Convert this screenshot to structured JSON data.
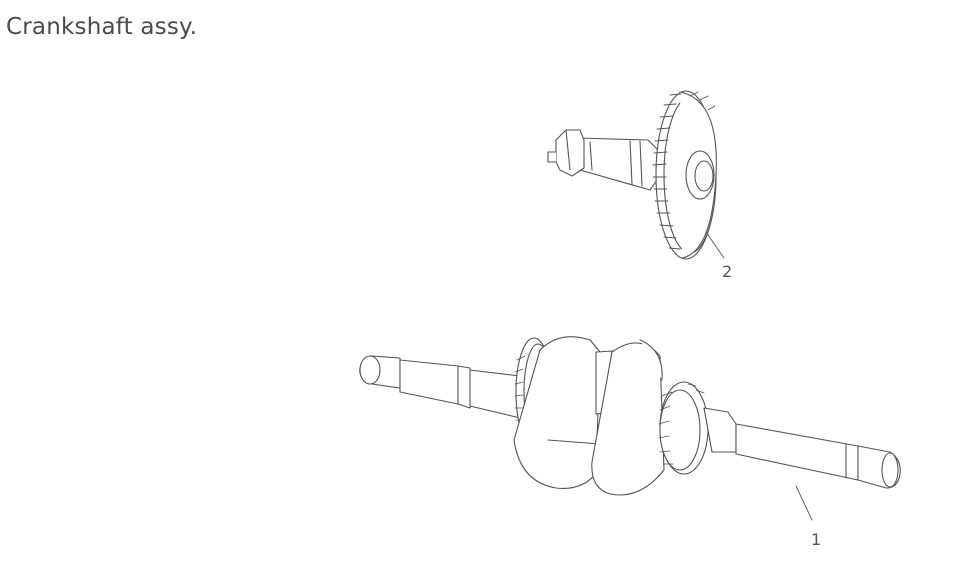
{
  "page": {
    "title": "Crankshaft assy."
  },
  "callouts": [
    {
      "label": "2",
      "part": "camshaft"
    },
    {
      "label": "1",
      "part": "crankshaft"
    }
  ],
  "colors": {
    "line": "#555555",
    "background": "#ffffff",
    "text": "#4a4a4a"
  }
}
